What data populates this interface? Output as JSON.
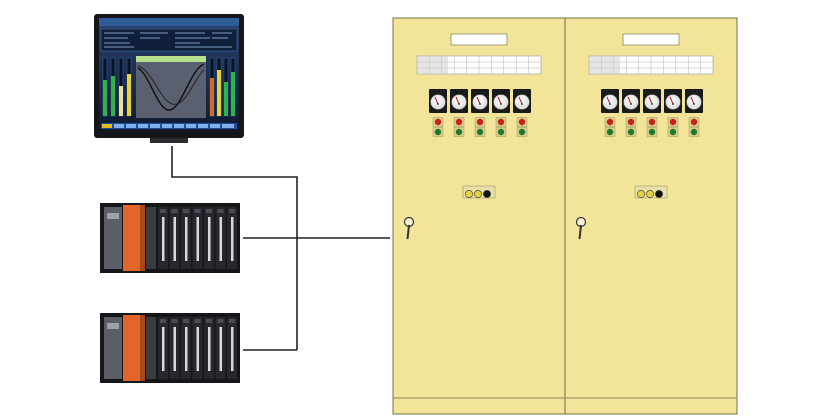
{
  "diagram": {
    "components": {
      "hmi": {
        "type": "touch-screen-operator-panel"
      },
      "plc_racks": [
        {
          "id": "plc-rack-1",
          "modules": 7
        },
        {
          "id": "plc-rack-2",
          "modules": 7
        }
      ],
      "cabinets": [
        {
          "id": "cabinet-left",
          "meters": 5,
          "lamp_rows": 2,
          "selector_buttons": 3
        },
        {
          "id": "cabinet-right",
          "meters": 5,
          "lamp_rows": 2,
          "selector_buttons": 3
        }
      ]
    },
    "connections": [
      [
        "hmi",
        "plc-rack-1"
      ],
      [
        "plc-rack-2",
        "plc-rack-1"
      ],
      [
        "plc-rack-1",
        "cabinet-left"
      ]
    ],
    "colors": {
      "cabinet_fill": "#f2e59a",
      "cabinet_stroke": "#8c8760",
      "plc_orange": "#e0662a",
      "plc_body": "#1f2024",
      "hmi_screen": "#16243c",
      "wire": "#222222",
      "lamp_red": "#c8201e",
      "lamp_green": "#1e7b2d"
    }
  }
}
